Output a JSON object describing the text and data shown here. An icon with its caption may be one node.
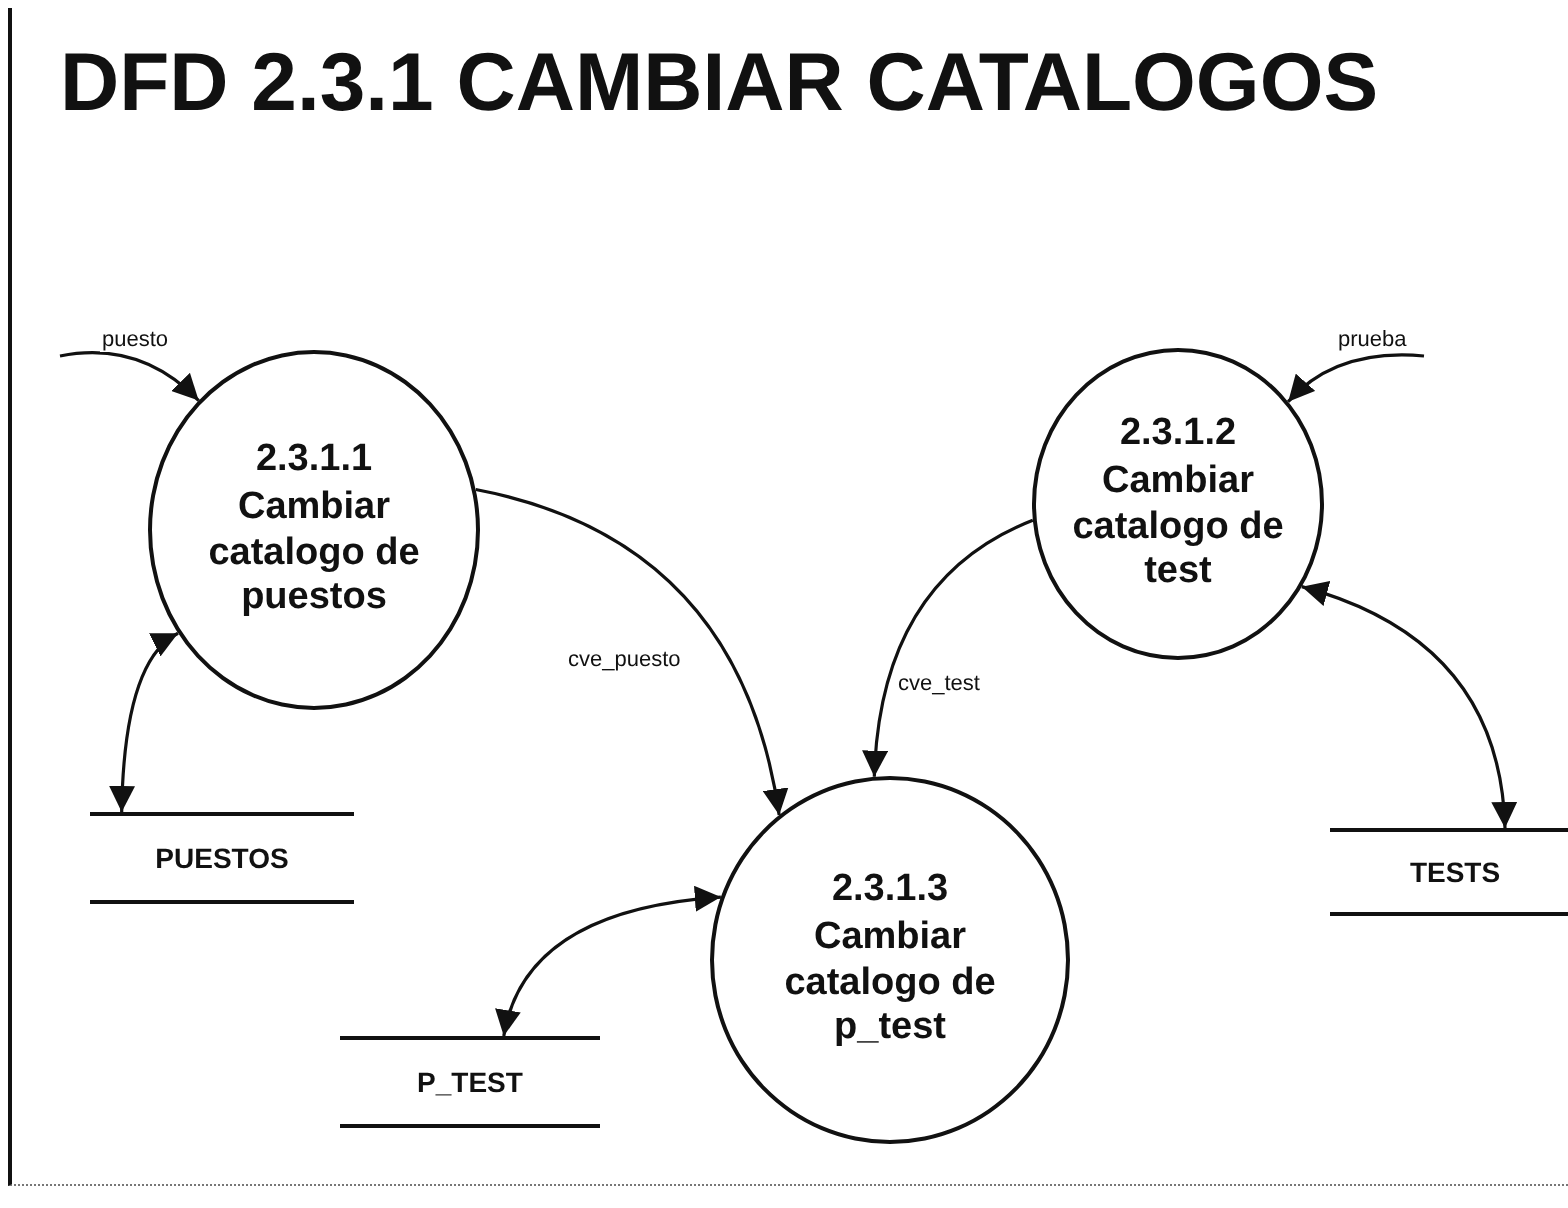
{
  "diagram": {
    "title": "DFD 2.3.1 CAMBIAR CATALOGOS",
    "nodes": [
      {
        "text": [
          "2.3.1.1",
          "Cambiar catalogo de puestos"
        ]
      },
      {
        "text": [
          "2.3.1.2",
          "Cambiar catalogo de test"
        ]
      },
      {
        "text": [
          "2.3.1.3",
          "Cambiar catalogo de p_test"
        ]
      },
      {
        "text": [
          "PUESTOS"
        ]
      },
      {
        "text": [
          "TESTS"
        ]
      },
      {
        "text": [
          "P_TEST"
        ]
      }
    ],
    "edges": [
      {
        "from": null,
        "to": 0,
        "arrow": "to",
        "label": "puesto"
      },
      {
        "from": null,
        "to": 1,
        "arrow": "to",
        "label": "prueba"
      },
      {
        "from": 0,
        "to": 2,
        "arrow": "to",
        "label": "cve_puesto"
      },
      {
        "from": 1,
        "to": 2,
        "arrow": "to",
        "label": "cve_test"
      },
      {
        "from": 0,
        "to": 3,
        "arrow": "both"
      },
      {
        "from": 1,
        "to": 4,
        "arrow": "both"
      },
      {
        "from": 2,
        "to": 5,
        "arrow": "both"
      }
    ]
  }
}
